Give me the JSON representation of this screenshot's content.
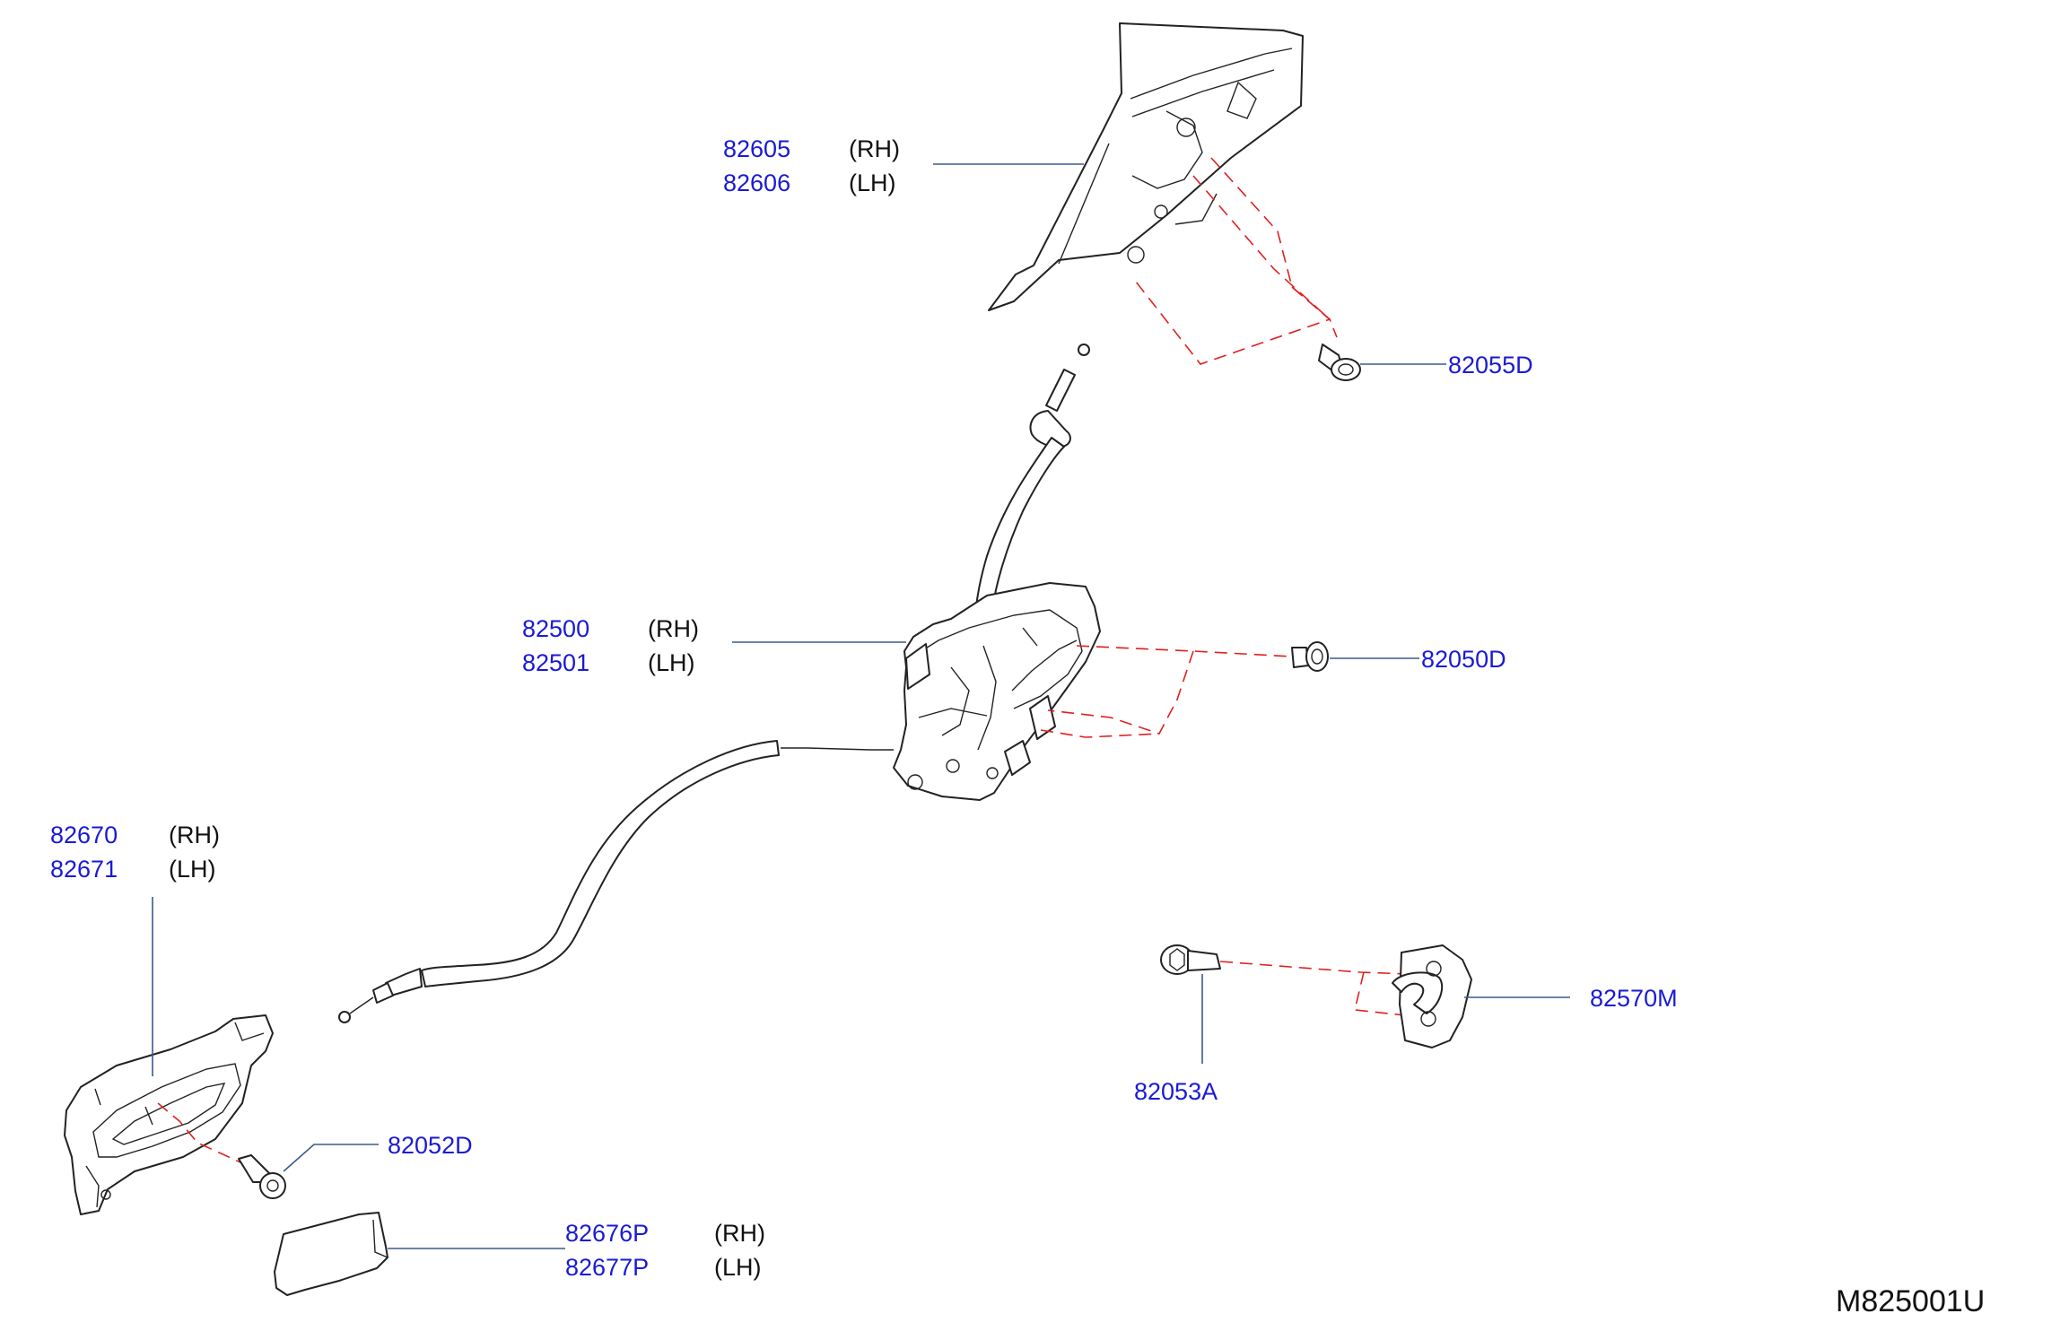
{
  "diagram_code": "M825001U",
  "callouts": [
    {
      "key": "c1",
      "lines": [
        {
          "part": "82605",
          "side": "(RH)"
        },
        {
          "part": "82606",
          "side": "(LH)"
        }
      ]
    },
    {
      "key": "c2",
      "lines": [
        {
          "part": "82055D",
          "side": ""
        }
      ]
    },
    {
      "key": "c3",
      "lines": [
        {
          "part": "82500",
          "side": "(RH)"
        },
        {
          "part": "82501",
          "side": "(LH)"
        }
      ]
    },
    {
      "key": "c4",
      "lines": [
        {
          "part": "82050D",
          "side": ""
        }
      ]
    },
    {
      "key": "c5",
      "lines": [
        {
          "part": "82670",
          "side": "(RH)"
        },
        {
          "part": "82671",
          "side": "(LH)"
        }
      ]
    },
    {
      "key": "c6",
      "lines": [
        {
          "part": "82570M",
          "side": ""
        }
      ]
    },
    {
      "key": "c7",
      "lines": [
        {
          "part": "82053A",
          "side": ""
        }
      ]
    },
    {
      "key": "c8",
      "lines": [
        {
          "part": "82052D",
          "side": ""
        }
      ]
    },
    {
      "key": "c9",
      "lines": [
        {
          "part": "82676P",
          "side": "(RH)"
        },
        {
          "part": "82677P",
          "side": "(LH)"
        }
      ]
    }
  ],
  "colors": {
    "part_number": "#1a1ad6",
    "leader": "#3a5a8a",
    "hidden_line": "#e02020",
    "outline": "#222222"
  }
}
